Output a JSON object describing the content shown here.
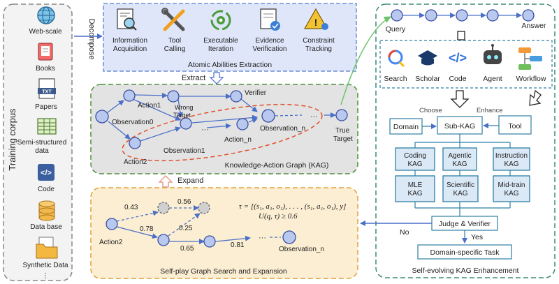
{
  "corpus": {
    "title": "Training corpus",
    "items": [
      "Web-scale",
      "Books",
      "Papers",
      "Semi-structured",
      "data",
      "Code",
      "Data base",
      "Synthetic Data",
      "⋮"
    ],
    "papers_tag": "TXT"
  },
  "decompose_label": "Decompose",
  "abilities": {
    "items": [
      {
        "line1": "Information",
        "line2": "Acquisition"
      },
      {
        "line1": "Tool",
        "line2": "Calling"
      },
      {
        "line1": "Executable",
        "line2": "Iteration"
      },
      {
        "line1": "Evidence",
        "line2": "Verification"
      },
      {
        "line1": "Constraint",
        "line2": "Tracking"
      }
    ],
    "caption": "Atomic Abilities Extraction"
  },
  "extract_label": "Extract",
  "expand_label": "Expand",
  "kag": {
    "nodes": [
      "Action1",
      "Wrong",
      "Target",
      "Verifier",
      "Observation0",
      "···",
      "Action_n",
      "Observation_n",
      "···",
      "True",
      "Target",
      "Observation1",
      "Action2"
    ],
    "caption": "Knowledge-Action Graph (KAG)"
  },
  "selfplay": {
    "weights": [
      "0.43",
      "0.56",
      "0.78",
      "0.25",
      "0.65",
      "0.81"
    ],
    "nodes": [
      "Action2",
      "···",
      "Observation_n"
    ],
    "formula1": "τ = [(s₁, a₁, o₁), . . . , (s₁, a₁, o₁), y]",
    "formula2": "U(q, τ) ≥ 0.6",
    "caption": "Self-play Graph Search and Expansion"
  },
  "pipeline": {
    "top": [
      "Query",
      "Answer"
    ],
    "tools": [
      "Search",
      "Scholar",
      "Code",
      "Agent",
      "Workflow"
    ],
    "choose": "Choose",
    "enhance": "Enhance",
    "domain": "Domain",
    "subkag": "Sub-KAG",
    "tool": "Tool",
    "kags": [
      {
        "line1": "Coding",
        "line2": "KAG"
      },
      {
        "line1": "Agentic",
        "line2": "KAG"
      },
      {
        "line1": "Instruction",
        "line2": "KAG"
      },
      {
        "line1": "MLE",
        "line2": "KAG"
      },
      {
        "line1": "Scientific",
        "line2": "KAG"
      },
      {
        "line1": "Mid-train",
        "line2": "KAG"
      }
    ],
    "judge": "Judge & Verifier",
    "no": "No",
    "yes": "Yes",
    "task": "Domain-specific Task",
    "caption": "Self-evolving KAG Enhancement"
  },
  "colors": {
    "node_fill": "#b8c8ee",
    "node_stroke": "#3a4fa0",
    "edge": "#4a6fc9",
    "kag_bg": "#e3e3e3",
    "kag_border": "#4e8f3a",
    "abilities_bg": "#dfe6fa",
    "abilities_border": "#6f8ed6",
    "selfplay_bg": "#fbeed2",
    "selfplay_border": "#e0a23a",
    "pipeline_border": "#3e8a78",
    "box_stroke": "#2e7fa3",
    "red": "#d9534f"
  }
}
